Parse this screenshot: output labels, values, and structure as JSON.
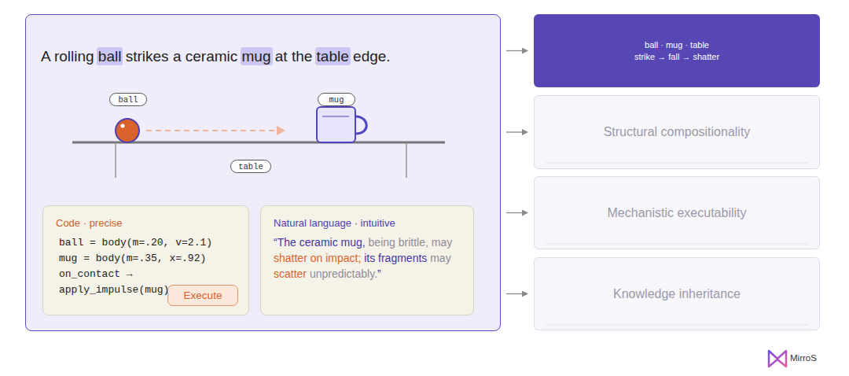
{
  "diagram": {
    "nodes": [
      {
        "text": [
          "A rolling ball strikes a ceramic mug at the table edge."
        ]
      },
      {
        "text": [
          "ball"
        ],
        "in": 0
      },
      {
        "text": [
          "mug"
        ],
        "in": 0
      },
      {
        "text": [
          "table"
        ],
        "in": 0
      },
      {
        "text": [
          "Code · precise",
          "ball = body(m=.20, v=2.1)",
          "mug = body(m=.35, x=.92)",
          "on_contact → apply_impulse(mug)"
        ],
        "in": 0
      },
      {
        "text": [
          "Execute"
        ],
        "in": 4
      },
      {
        "text": [
          "Natural language · intuitive",
          "“The ceramic mug, being brittle, may shatter on impact; its fragments may scatter unpredictably.”"
        ],
        "in": 0
      },
      {
        "text": [
          "ball · mug · table",
          "strike → fall → shatter"
        ]
      },
      {
        "text": [
          "Structural compositionality"
        ]
      },
      {
        "text": [
          "Mechanistic executability"
        ]
      },
      {
        "text": [
          "Knowledge inheritance"
        ]
      }
    ],
    "edges": [
      {
        "from": 0,
        "to": 7,
        "arrow": "to"
      },
      {
        "from": 0,
        "to": 8,
        "arrow": "to"
      },
      {
        "from": 0,
        "to": 9,
        "arrow": "to"
      },
      {
        "from": 0,
        "to": 10,
        "arrow": "to"
      }
    ],
    "labels": [
      "MirroS"
    ]
  }
}
